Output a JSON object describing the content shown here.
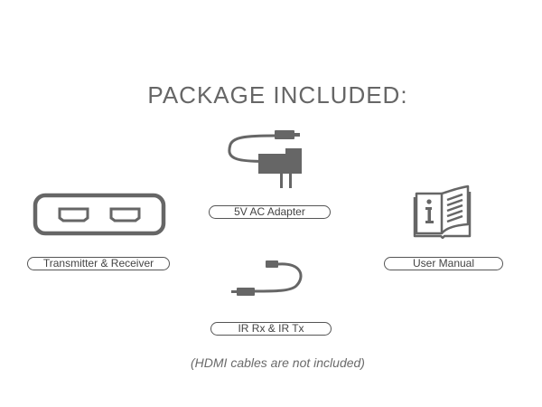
{
  "title": "PACKAGE INCLUDED:",
  "items": [
    {
      "label": "Transmitter & Receiver",
      "icon": "hdmi-box-icon"
    },
    {
      "label": "5V AC Adapter",
      "icon": "power-adapter-icon"
    },
    {
      "label": "User Manual",
      "icon": "manual-book-icon"
    },
    {
      "label": "IR Rx & IR Tx",
      "icon": "ir-cable-icon"
    }
  ],
  "note": "(HDMI cables are not included)",
  "colors": {
    "icon": "#666666",
    "text": "#555555"
  }
}
